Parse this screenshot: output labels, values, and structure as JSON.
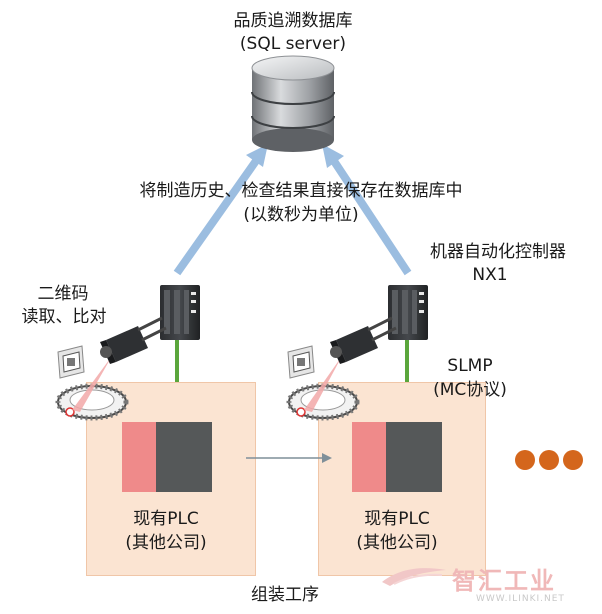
{
  "database": {
    "title": "品质追溯数据库",
    "subtitle": "(SQL server)"
  },
  "upload_note": {
    "line1": "将制造历史、检查结果直接保存在数据库中",
    "line2": "(以数秒为单位)"
  },
  "controller": {
    "line1": "机器自动化控制器",
    "line2": "NX1"
  },
  "code_reader": {
    "line1": "二维码",
    "line2": "读取、比对"
  },
  "protocol": {
    "line1": "SLMP",
    "line2": "(MC协议)"
  },
  "plc_left": {
    "line1": "现有PLC",
    "line2": "(其他公司)"
  },
  "plc_right": {
    "line1": "现有PLC",
    "line2": "(其他公司)"
  },
  "process_label": "组装工序",
  "watermark": {
    "brand": "智汇工业",
    "url": "WWW.ILINKI.NET"
  },
  "colors": {
    "arrow": "#9bbde0",
    "station_fill": "#fbe4d2",
    "plc_red": "#ef8a8a",
    "plc_gray": "#555859",
    "link_green": "#5aa63c",
    "dots": "#d4661c"
  }
}
